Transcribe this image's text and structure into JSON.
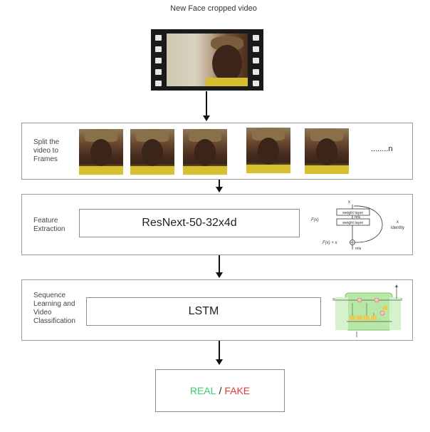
{
  "input": {
    "title": "New Face cropped video"
  },
  "split": {
    "label": "Split the video to Frames",
    "ellipsis": "........n"
  },
  "feature": {
    "label": "Feature Extraction",
    "model": "ResNext-50-32x4d",
    "block": {
      "x": "x",
      "weight_layer_1": "weight layer",
      "relu_1": "relu",
      "weight_layer_2": "weight layer",
      "fx": "F(x)",
      "fx_plus_x": "F(x) + x",
      "relu_2": "relu",
      "identity_x": "x",
      "identity": "identity"
    }
  },
  "sequence": {
    "label": "Sequence Learning and Video Classification",
    "model": "LSTM"
  },
  "output": {
    "real": "REAL",
    "sep": "/",
    "fake": "FAKE"
  },
  "colors": {
    "real": "#3bd16f",
    "fake": "#e23b2f",
    "lstm_cell": "#b7e8a6",
    "lstm_gate": "#f1c94e"
  }
}
